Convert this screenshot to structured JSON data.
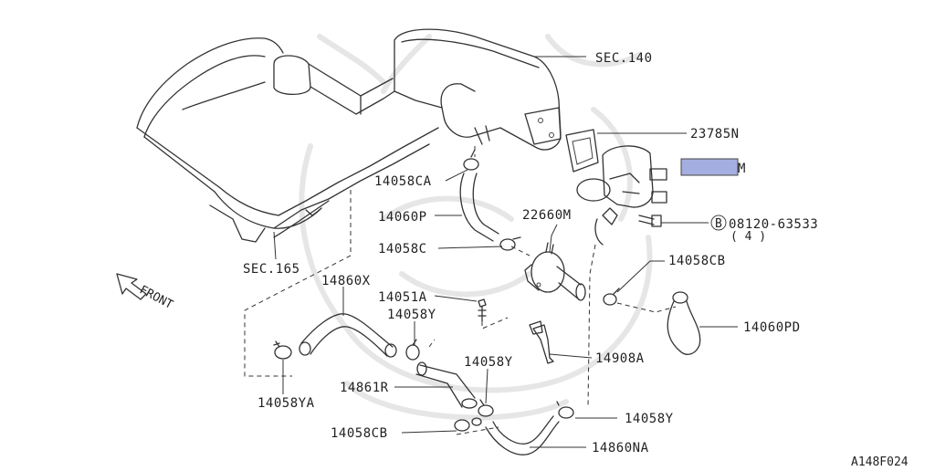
{
  "colors": {
    "highlight": "#a5aee0",
    "ink": "#333333",
    "watermark": "#e6e6e6"
  },
  "labels": {
    "sec140": "SEC.140",
    "p23785N": "23785N",
    "highlight_suffix": "M",
    "p14058CA": "14058CA",
    "p22660M": "22660M",
    "bolt_circle": "B",
    "bolt_number": "08120-63533",
    "bolt_qty": "( 4 )",
    "p14060P": "14060P",
    "p14058C": "14058C",
    "sec165": "SEC.165",
    "p14058CB_top": "14058CB",
    "front": "FRONT",
    "p14860X": "14860X",
    "p14051A": "14051A",
    "p14058Y_top": "14058Y",
    "p14060PD": "14060PD",
    "p14908A": "14908A",
    "p14058Y_mid": "14058Y",
    "p14861R": "14861R",
    "p14058YA": "14058YA",
    "p14058Y_right": "14058Y",
    "p14058CB_bottom": "14058CB",
    "p14860NA": "14860NA",
    "figure_code": "A148F024"
  },
  "icons": {
    "front_arrow": "front-arrow-icon",
    "bolt_marker": "bolt-circle-icon",
    "watermark": "watermark-emblem-icon"
  }
}
